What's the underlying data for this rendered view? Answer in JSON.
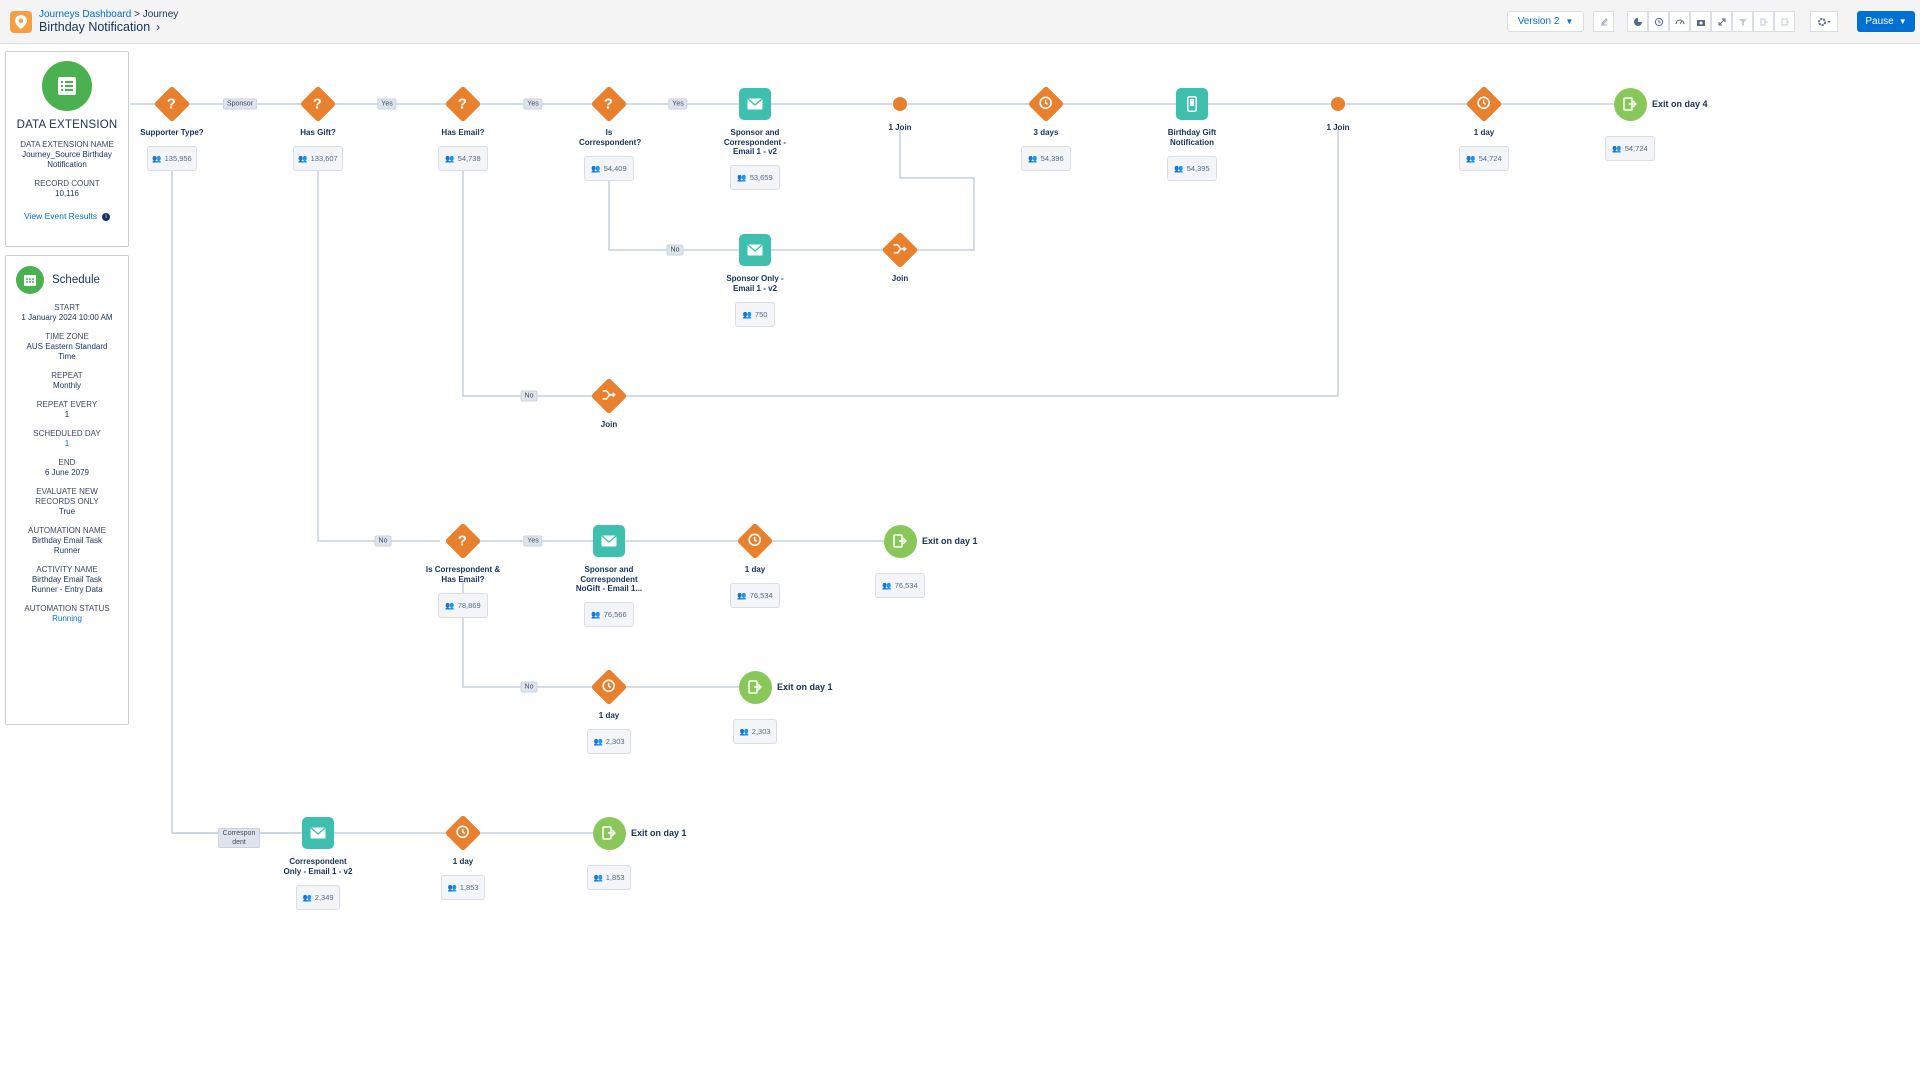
{
  "header": {
    "breadcrumb_parent": "Journeys Dashboard",
    "breadcrumb_sep": ">",
    "breadcrumb_current": "Journey",
    "title": "Birthday Notification",
    "version_label": "Version 2",
    "pause_label": "Pause"
  },
  "data_extension": {
    "title": "DATA EXTENSION",
    "name_label": "DATA EXTENSION NAME",
    "name_value": "Journey_Source Birthday Notification",
    "record_count_label": "RECORD COUNT",
    "record_count_value": "10,116",
    "view_results_link": "View Event Results"
  },
  "schedule": {
    "title": "Schedule",
    "fields": [
      {
        "label": "START",
        "value": "1 January 2024 10:00 AM"
      },
      {
        "label": "TIME ZONE",
        "value": "AUS Eastern Standard Time"
      },
      {
        "label": "REPEAT",
        "value": "Monthly"
      },
      {
        "label": "REPEAT EVERY",
        "value": "1"
      },
      {
        "label": "SCHEDULED DAY",
        "value": "1"
      },
      {
        "label": "END",
        "value": "6 June 2079"
      },
      {
        "label": "EVALUATE NEW RECORDS ONLY",
        "value": "True"
      },
      {
        "label": "AUTOMATION NAME",
        "value": "Birthday Email Task Runner"
      },
      {
        "label": "ACTIVITY NAME",
        "value": "Birthday Email Task Runner - Entry Data"
      },
      {
        "label": "AUTOMATION STATUS",
        "value": "Running"
      }
    ]
  },
  "nodes": {
    "supporter_type": {
      "label": "Supporter Type?",
      "count": "135,956"
    },
    "has_gift": {
      "label": "Has Gift?",
      "count": "133,607"
    },
    "has_email": {
      "label": "Has Email?",
      "count": "54,738"
    },
    "is_correspondent": {
      "label": "Is Correspondent?",
      "count": "54,409"
    },
    "email_sponsor_corr": {
      "label": "Sponsor and Correspondent - Email 1 - v2",
      "count": "53,659"
    },
    "join_top_1": {
      "label": "1 Join"
    },
    "wait_3days": {
      "label": "3 days",
      "count": "54,396"
    },
    "birthday_gift_notif": {
      "label": "Birthday Gift Notification",
      "count": "54,395"
    },
    "join_top_2": {
      "label": "1 Join"
    },
    "wait_1day_top": {
      "label": "1 day",
      "count": "54,724"
    },
    "exit_day4": {
      "label": "Exit on day 4",
      "count": "54,724"
    },
    "email_sponsor_only": {
      "label": "Sponsor Only - Email 1 - v2",
      "count": "750"
    },
    "join_mid": {
      "label": "Join"
    },
    "join_low": {
      "label": "Join"
    },
    "is_corr_has_email": {
      "label": "Is Correspondent & Has Email?",
      "count": "78,869"
    },
    "email_nogift": {
      "label": "Sponsor and Correspondent NoGift - Email 1...",
      "count": "76,566"
    },
    "wait_1day_r4": {
      "label": "1 day",
      "count": "76,534"
    },
    "exit_day1_r4": {
      "label": "Exit on day 1",
      "count": "76,534"
    },
    "wait_1day_r5": {
      "label": "1 day",
      "count": "2,303"
    },
    "exit_day1_r5": {
      "label": "Exit on day 1",
      "count": "2,303"
    },
    "email_corr_only": {
      "label": "Correspondent Only - Email 1 - v2",
      "count": "2,349"
    },
    "wait_1day_r6": {
      "label": "1 day",
      "count": "1,853"
    },
    "exit_day1_r6": {
      "label": "Exit on day 1",
      "count": "1,853"
    }
  },
  "paths": {
    "sponsor": "Sponsor",
    "yes1": "Yes",
    "yes2": "Yes",
    "yes3": "Yes",
    "no_corr": "No",
    "no_email": "No",
    "no_gift": "No",
    "yes_r4": "Yes",
    "no_r5": "No",
    "correspondent": "Correspon dent"
  },
  "icons": {
    "decision": "question-diamond-icon",
    "email": "envelope-icon",
    "wait": "clock-icon",
    "exit": "exit-icon",
    "join": "join-icon",
    "population": "people-icon"
  },
  "colors": {
    "decision": "#e9802d",
    "email": "#3fbfad",
    "exit": "#8ac75b",
    "primary": "#0070d2",
    "data_extension": "#4bb04f"
  }
}
